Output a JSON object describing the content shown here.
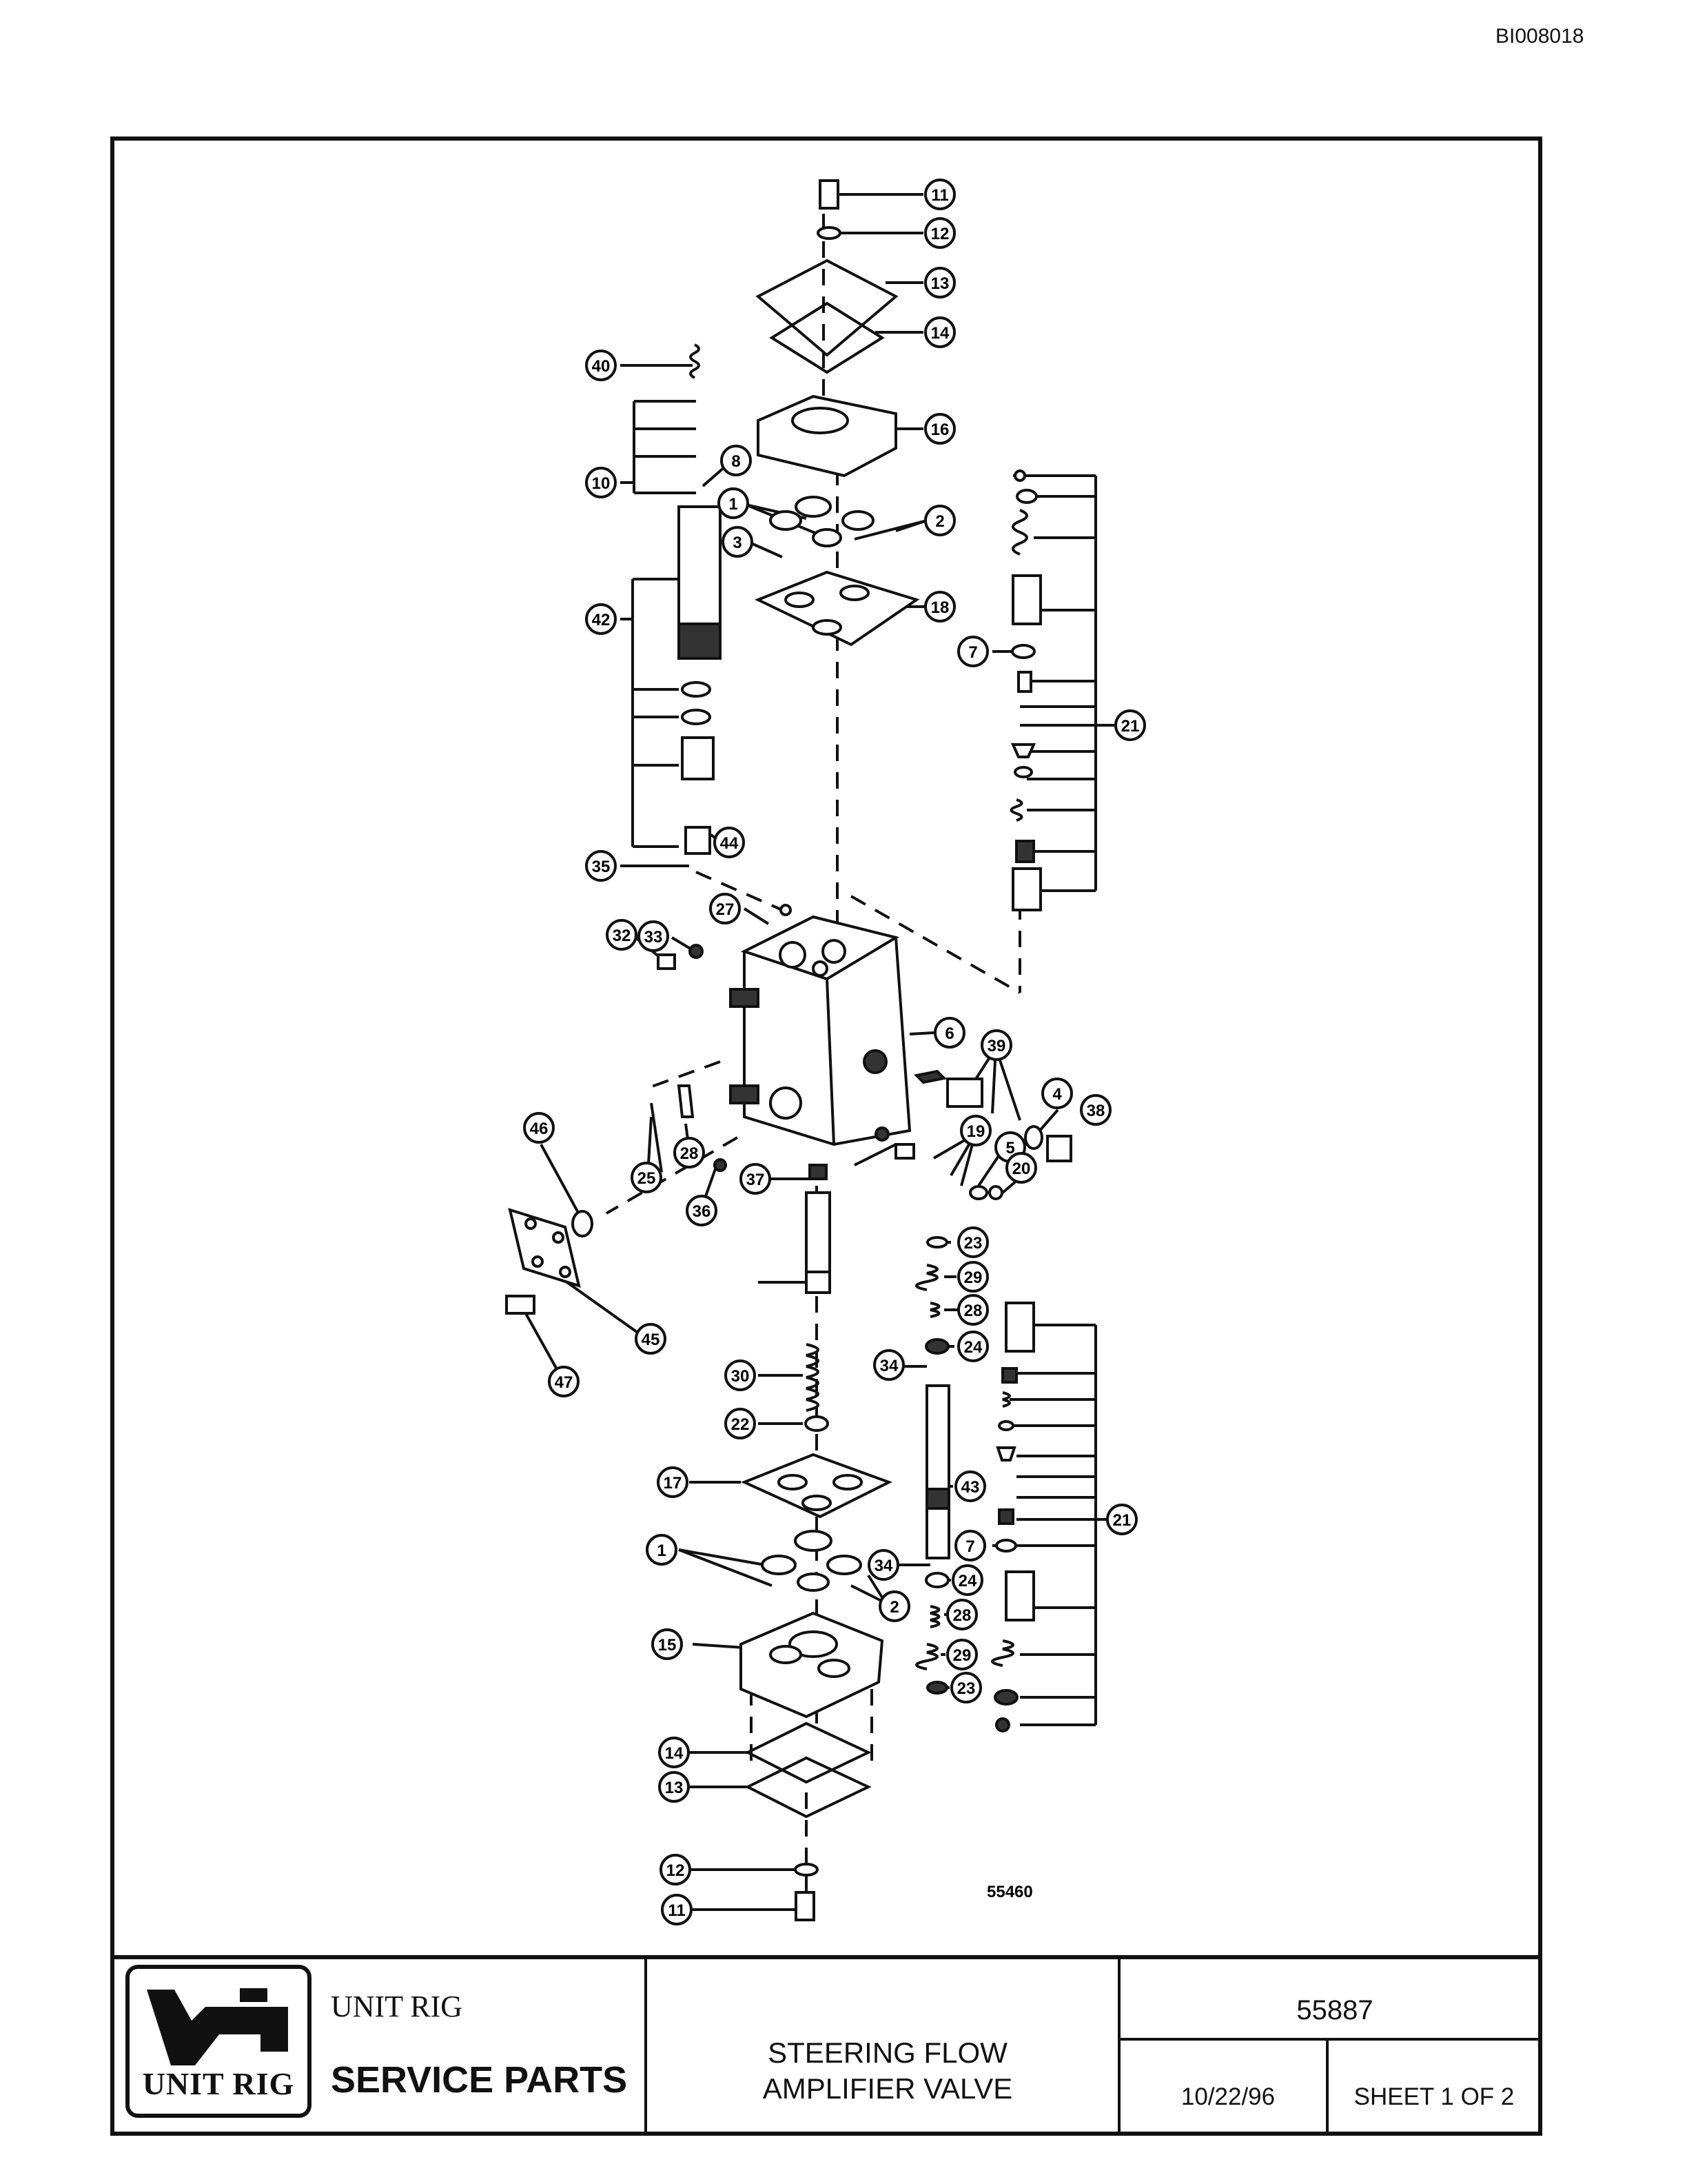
{
  "document_id": "BI008018",
  "drawing_ref": "55460",
  "title_block": {
    "logo_text": "UNIT RIG",
    "company": "UNIT RIG",
    "service_label": "SERVICE PARTS",
    "title_line1": "STEERING FLOW",
    "title_line2": "AMPLIFIER VALVE",
    "drawing_number": "55887",
    "date": "10/22/96",
    "sheet": "SHEET 1 OF 2"
  },
  "callouts": [
    "11",
    "12",
    "13",
    "14",
    "16",
    "40",
    "10",
    "8",
    "1",
    "2",
    "3",
    "18",
    "42",
    "7",
    "21",
    "44",
    "35",
    "27",
    "33",
    "32",
    "6",
    "39",
    "4",
    "38",
    "19",
    "5",
    "20",
    "46",
    "28",
    "25",
    "37",
    "36",
    "23",
    "29",
    "28",
    "24",
    "34",
    "45",
    "47",
    "30",
    "22",
    "17",
    "43",
    "21",
    "7",
    "1",
    "34",
    "24",
    "2",
    "28",
    "15",
    "29",
    "23",
    "14",
    "13",
    "12",
    "11"
  ]
}
